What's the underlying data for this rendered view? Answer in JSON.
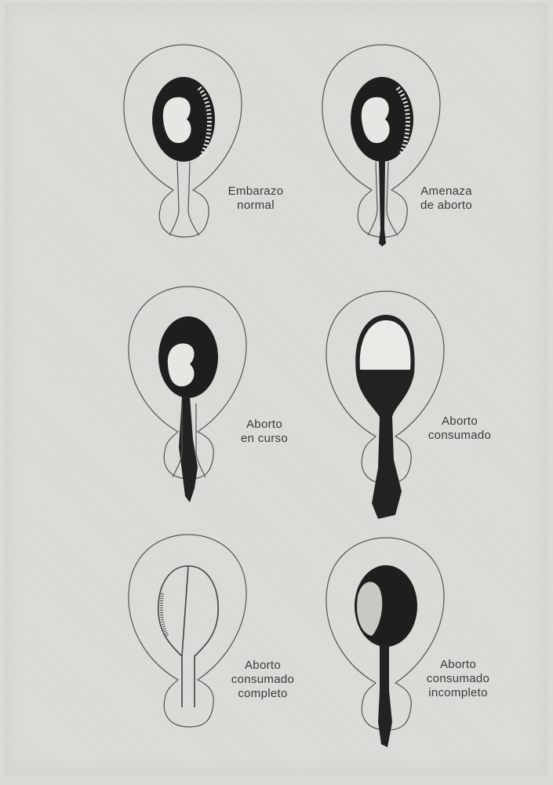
{
  "figure": {
    "stages": [
      {
        "id": "normal",
        "line1": "Embarazo",
        "line2": "normal",
        "line3": ""
      },
      {
        "id": "threat",
        "line1": "Amenaza",
        "line2": "de aborto",
        "line3": ""
      },
      {
        "id": "in-progress",
        "line1": "Aborto",
        "line2": "en curso",
        "line3": ""
      },
      {
        "id": "consummated",
        "line1": "Aborto",
        "line2": "consumado",
        "line3": ""
      },
      {
        "id": "complete",
        "line1": "Aborto",
        "line2": "consumado",
        "line3": "completo"
      },
      {
        "id": "incomplete",
        "line1": "Aborto",
        "line2": "consumado",
        "line3": "incompleto"
      }
    ]
  }
}
